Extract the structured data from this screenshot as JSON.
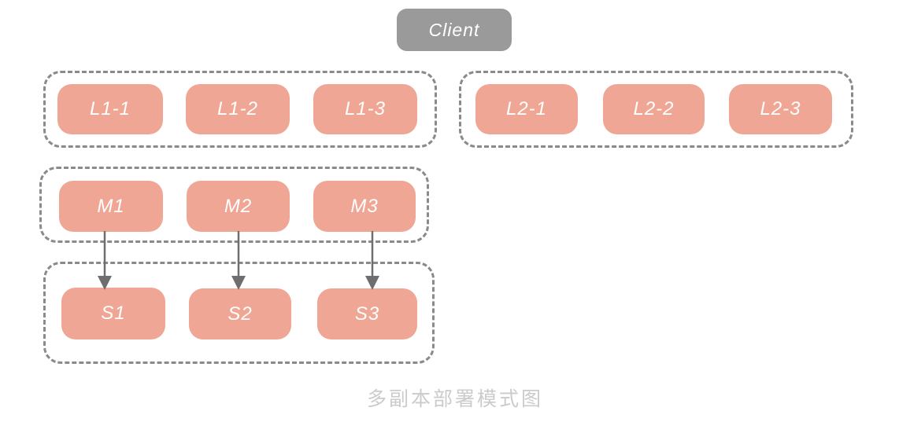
{
  "diagram": {
    "client": {
      "label": "Client"
    },
    "groups": [
      {
        "id": "L1-replicas",
        "nodes": [
          {
            "label": "L1-1"
          },
          {
            "label": "L1-2"
          },
          {
            "label": "L1-3"
          }
        ]
      },
      {
        "id": "L2-replicas",
        "nodes": [
          {
            "label": "L2-1"
          },
          {
            "label": "L2-2"
          },
          {
            "label": "L2-3"
          }
        ]
      },
      {
        "id": "M-replicas",
        "nodes": [
          {
            "label": "M1"
          },
          {
            "label": "M2"
          },
          {
            "label": "M3"
          }
        ]
      },
      {
        "id": "S-replicas",
        "nodes": [
          {
            "label": "S1"
          },
          {
            "label": "S2"
          },
          {
            "label": "S3"
          }
        ]
      }
    ],
    "edges": [
      {
        "from": "M1",
        "to": "S1"
      },
      {
        "from": "M2",
        "to": "S2"
      },
      {
        "from": "M3",
        "to": "S3"
      }
    ],
    "caption": "多副本部署模式图",
    "colors": {
      "node_fill": "#F0A695",
      "client_fill": "#9A9A9A",
      "group_border": "#8A8A8A",
      "arrow": "#6E6E6E",
      "label_text": "#FFFFFF",
      "caption_text": "#CBCBCB"
    }
  }
}
